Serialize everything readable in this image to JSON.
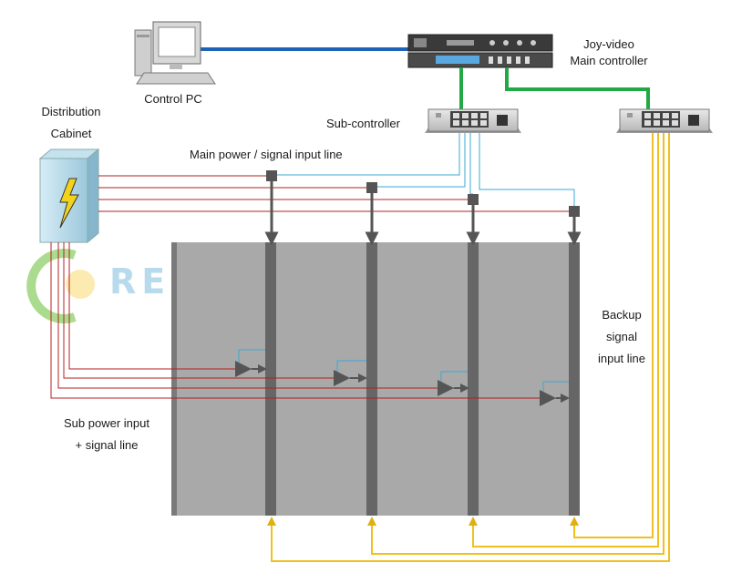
{
  "labels": {
    "control_pc": "Control PC",
    "distribution_line1": "Distribution",
    "distribution_line2": "Cabinet",
    "joy_video_line1": "Joy-video",
    "joy_video_line2": "Main controller",
    "sub_controller": "Sub-controller",
    "main_power_line": "Main power / signal input line",
    "backup_line1": "Backup",
    "backup_line2": "signal",
    "backup_line3": "input line",
    "sub_power_line1": "Sub power input",
    "sub_power_line2": "+ signal line"
  },
  "watermark": {
    "text": "REMAN",
    "initial": "C"
  },
  "colors": {
    "power_line": "#b52020",
    "signal_line": "#3aa9d6",
    "pc_link": "#1f63b8",
    "controller_link": "#22a845",
    "backup_line": "#f0c020",
    "panel": "#a9a9a9",
    "rail": "#666666"
  },
  "icons": [
    "computer-icon",
    "lightning-icon",
    "network-switch-icon",
    "video-controller-icon"
  ]
}
